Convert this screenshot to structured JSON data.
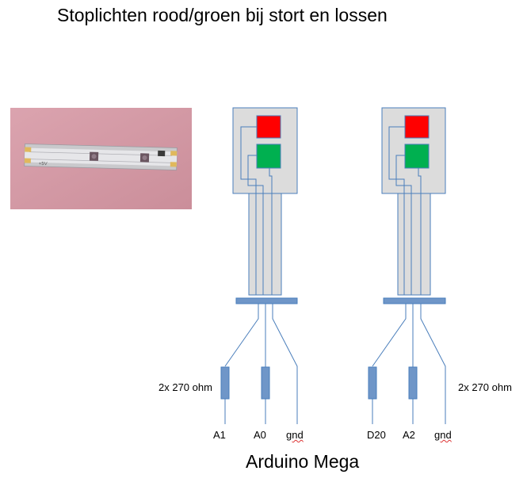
{
  "title": "Stoplichten rood/groen bij stort en lossen",
  "footer": "Arduino Mega",
  "left_circuit": {
    "resistor_note": "2x 270 ohm",
    "pins": [
      "A1",
      "A0",
      "gnd"
    ]
  },
  "right_circuit": {
    "resistor_note": "2x 270 ohm",
    "pins": [
      "D20",
      "A2",
      "gnd"
    ]
  },
  "photo": {
    "strip_label": "+5V"
  },
  "colors": {
    "red_light": "#ff0000",
    "green_light": "#00b050",
    "housing_fill": "#dcdcdc",
    "wire": "#4a7ebb",
    "resistor": "#6f96c8",
    "photo_background": "#d49aa6"
  }
}
